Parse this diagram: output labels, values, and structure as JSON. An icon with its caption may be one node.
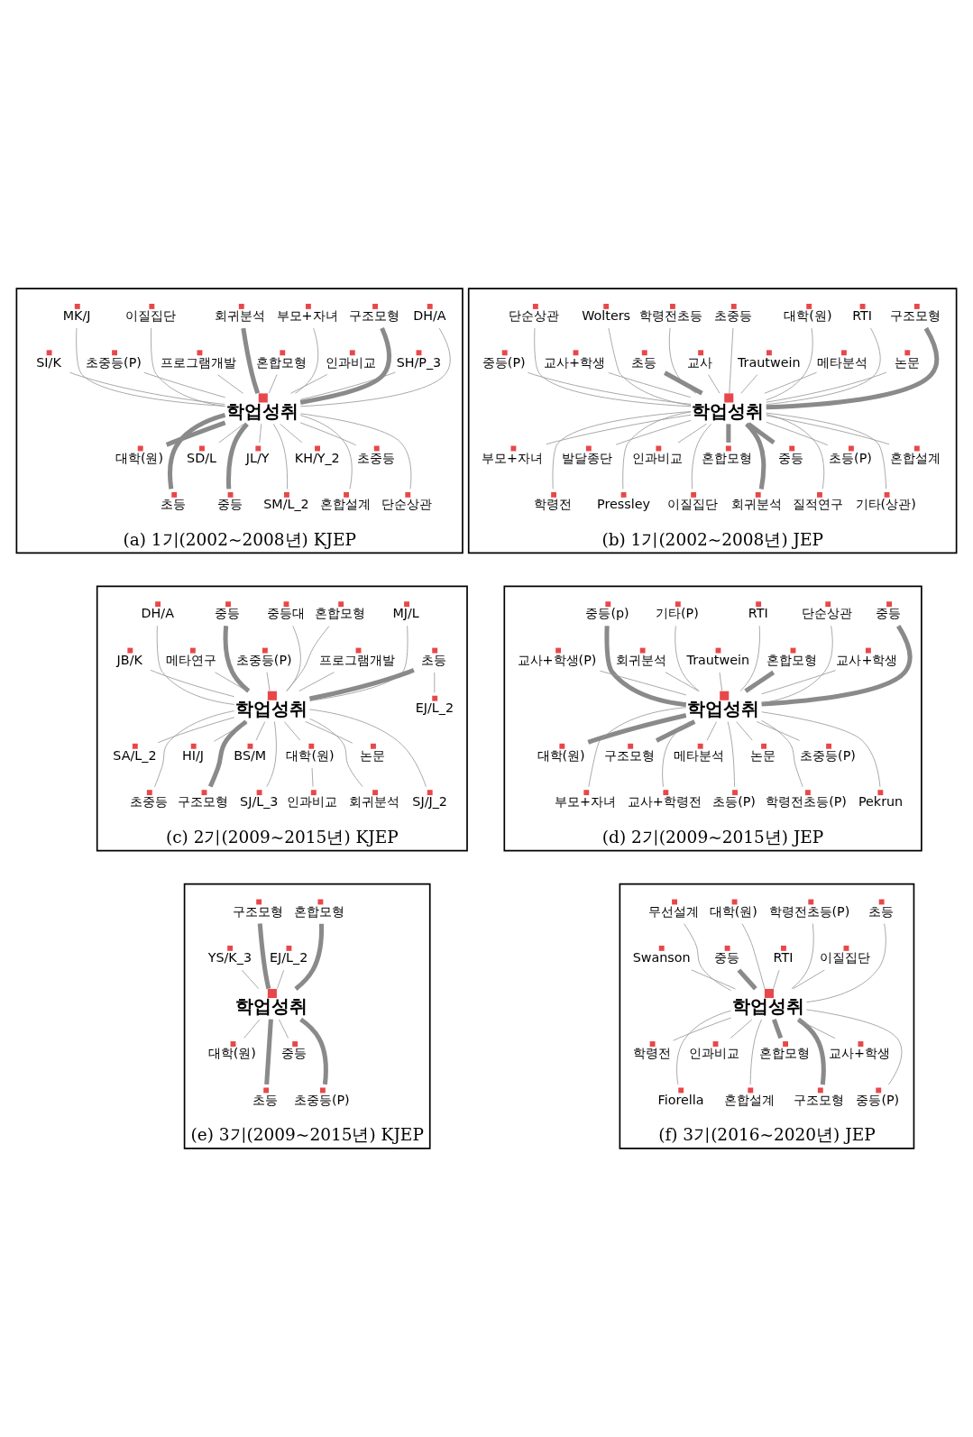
{
  "diagram": {
    "nodes": [
      {
        "text": [
          "(a) 1기(2002~2008년) KJEP"
        ]
      },
      {
        "text": [
          "학업성취"
        ],
        "in": 0
      },
      {
        "text": [
          "DH/A"
        ],
        "in": 0
      },
      {
        "text": [
          "SH/P_3"
        ],
        "in": 0
      },
      {
        "text": [
          "대학(원)"
        ],
        "in": 0
      },
      {
        "text": [
          "초등"
        ],
        "in": 0
      },
      {
        "text": [
          "구조모형"
        ],
        "in": 0
      },
      {
        "text": [
          "인과비교"
        ],
        "in": 0
      },
      {
        "text": [
          "SD/L"
        ],
        "in": 0
      },
      {
        "text": [
          "중등"
        ],
        "in": 0
      },
      {
        "text": [
          "부모+자녀"
        ],
        "in": 0
      },
      {
        "text": [
          "혼합모형"
        ],
        "in": 0
      },
      {
        "text": [
          "JL/Y"
        ],
        "in": 0
      },
      {
        "text": [
          "SM/L_2"
        ],
        "in": 0
      },
      {
        "text": [
          "회귀분석"
        ],
        "in": 0
      },
      {
        "text": [
          "프로그램개발"
        ],
        "in": 0
      },
      {
        "text": [
          "KH/Y_2"
        ],
        "in": 0
      },
      {
        "text": [
          "혼합설계"
        ],
        "in": 0
      },
      {
        "text": [
          "이질집단"
        ],
        "in": 0
      },
      {
        "text": [
          "초중등(P)"
        ],
        "in": 0
      },
      {
        "text": [
          "초중등"
        ],
        "in": 0
      },
      {
        "text": [
          "단순상관"
        ],
        "in": 0
      },
      {
        "text": [
          "MK/J"
        ],
        "in": 0
      },
      {
        "text": [
          "SI/K"
        ],
        "in": 0
      },
      {
        "text": [
          "(b) 1기(2002~2008년) JEP"
        ]
      },
      {
        "text": [
          "학업성취"
        ],
        "in": 24
      },
      {
        "text": [
          "구조모형"
        ],
        "in": 24
      },
      {
        "text": [
          "논문"
        ],
        "in": 24
      },
      {
        "text": [
          "부모+자녀"
        ],
        "in": 24
      },
      {
        "text": [
          "학령전"
        ],
        "in": 24
      },
      {
        "text": [
          "RTI"
        ],
        "in": 24
      },
      {
        "text": [
          "메타분석"
        ],
        "in": 24
      },
      {
        "text": [
          "발달종단"
        ],
        "in": 24
      },
      {
        "text": [
          "Pressley"
        ],
        "in": 24
      },
      {
        "text": [
          "대학(원)"
        ],
        "in": 24
      },
      {
        "text": [
          "Trautwein"
        ],
        "in": 24
      },
      {
        "text": [
          "인과비교"
        ],
        "in": 24
      },
      {
        "text": [
          "이질집단"
        ],
        "in": 24
      },
      {
        "text": [
          "초중등"
        ],
        "in": 24
      },
      {
        "text": [
          "교사"
        ],
        "in": 24
      },
      {
        "text": [
          "혼합모형"
        ],
        "in": 24
      },
      {
        "text": [
          "회귀분석"
        ],
        "in": 24
      },
      {
        "text": [
          "학령전초등"
        ],
        "in": 24
      },
      {
        "text": [
          "초등"
        ],
        "in": 24
      },
      {
        "text": [
          "중등"
        ],
        "in": 24
      },
      {
        "text": [
          "질적연구"
        ],
        "in": 24
      },
      {
        "text": [
          "Wolters"
        ],
        "in": 24
      },
      {
        "text": [
          "교사+학생"
        ],
        "in": 24
      },
      {
        "text": [
          "초등(P)"
        ],
        "in": 24
      },
      {
        "text": [
          "기타(상관)"
        ],
        "in": 24
      },
      {
        "text": [
          "단순상관"
        ],
        "in": 24
      },
      {
        "text": [
          "중등(P)"
        ],
        "in": 24
      },
      {
        "text": [
          "혼합설계"
        ],
        "in": 24
      },
      {
        "text": [
          "(c) 2기(2009~2015년) KJEP"
        ]
      },
      {
        "text": [
          "학업성취"
        ],
        "in": 53
      },
      {
        "text": [
          "MJ/L"
        ],
        "in": 53
      },
      {
        "text": [
          "프로그램개발"
        ],
        "in": 53
      },
      {
        "text": [
          "SA/L_2"
        ],
        "in": 53
      },
      {
        "text": [
          "EJ/L_2"
        ],
        "in": 53
      },
      {
        "text": [
          "초중등"
        ],
        "in": 53
      },
      {
        "text": [
          "혼합모형"
        ],
        "in": 53
      },
      {
        "text": [
          "초등"
        ],
        "in": 53
      },
      {
        "text": [
          "HI/J"
        ],
        "in": 53
      },
      {
        "text": [
          "구조모형"
        ],
        "in": 53
      },
      {
        "text": [
          "중등대"
        ],
        "in": 53
      },
      {
        "text": [
          "초중등(P)"
        ],
        "in": 53
      },
      {
        "text": [
          "BS/M"
        ],
        "in": 53
      },
      {
        "text": [
          "SJ/L_3"
        ],
        "in": 53
      },
      {
        "text": [
          "중등"
        ],
        "in": 53
      },
      {
        "text": [
          "메타연구"
        ],
        "in": 53
      },
      {
        "text": [
          "대학(원)"
        ],
        "in": 53
      },
      {
        "text": [
          "회귀분석"
        ],
        "in": 53
      },
      {
        "text": [
          "DH/A"
        ],
        "in": 53
      },
      {
        "text": [
          "인과비교"
        ],
        "in": 53
      },
      {
        "text": [
          "JB/K"
        ],
        "in": 53
      },
      {
        "text": [
          "논문"
        ],
        "in": 53
      },
      {
        "text": [
          "SJ/J_2"
        ],
        "in": 53
      },
      {
        "text": [
          "(d) 2기(2009~2015년) JEP"
        ]
      },
      {
        "text": [
          "학업성취"
        ],
        "in": 77
      },
      {
        "text": [
          "중등"
        ],
        "in": 77
      },
      {
        "text": [
          "교사+학생"
        ],
        "in": 77
      },
      {
        "text": [
          "대학(원)"
        ],
        "in": 77
      },
      {
        "text": [
          "부모+자녀"
        ],
        "in": 77
      },
      {
        "text": [
          "단순상관"
        ],
        "in": 77
      },
      {
        "text": [
          "혼합모형"
        ],
        "in": 77
      },
      {
        "text": [
          "구조모형"
        ],
        "in": 77
      },
      {
        "text": [
          "교사+학령전"
        ],
        "in": 77
      },
      {
        "text": [
          "RTI"
        ],
        "in": 77
      },
      {
        "text": [
          "Trautwein"
        ],
        "in": 77
      },
      {
        "text": [
          "메타분석"
        ],
        "in": 77
      },
      {
        "text": [
          "초등(P)"
        ],
        "in": 77
      },
      {
        "text": [
          "기타(P)"
        ],
        "in": 77
      },
      {
        "text": [
          "회귀분석"
        ],
        "in": 77
      },
      {
        "text": [
          "논문"
        ],
        "in": 77
      },
      {
        "text": [
          "학령전초등(P)"
        ],
        "in": 77
      },
      {
        "text": [
          "중등(p)"
        ],
        "in": 77
      },
      {
        "text": [
          "교사+학생(P)"
        ],
        "in": 77
      },
      {
        "text": [
          "초중등(P)"
        ],
        "in": 77
      },
      {
        "text": [
          "Pekrun"
        ],
        "in": 77
      },
      {
        "text": [
          "(e) 3기(2009~2015년) KJEP"
        ]
      },
      {
        "text": [
          "학업성취"
        ],
        "in": 99
      },
      {
        "text": [
          "혼합모형"
        ],
        "in": 99
      },
      {
        "text": [
          "EJ/L_2"
        ],
        "in": 99
      },
      {
        "text": [
          "대학(원)"
        ],
        "in": 99
      },
      {
        "text": [
          "초등"
        ],
        "in": 99
      },
      {
        "text": [
          "구조모형"
        ],
        "in": 99
      },
      {
        "text": [
          "YS/K_3"
        ],
        "in": 99
      },
      {
        "text": [
          "중등"
        ],
        "in": 99
      },
      {
        "text": [
          "초중등(P)"
        ],
        "in": 99
      },
      {
        "text": [
          "(f) 3기(2016~2020년) JEP"
        ]
      },
      {
        "text": [
          "학업성취"
        ],
        "in": 109
      },
      {
        "text": [
          "초등"
        ],
        "in": 109
      },
      {
        "text": [
          "이질집단"
        ],
        "in": 109
      },
      {
        "text": [
          "학령전"
        ],
        "in": 109
      },
      {
        "text": [
          "Fiorella"
        ],
        "in": 109
      },
      {
        "text": [
          "학령전초등(P)"
        ],
        "in": 109
      },
      {
        "text": [
          "RTI"
        ],
        "in": 109
      },
      {
        "text": [
          "인과비교"
        ],
        "in": 109
      },
      {
        "text": [
          "혼합설계"
        ],
        "in": 109
      },
      {
        "text": [
          "대학(원)"
        ],
        "in": 109
      },
      {
        "text": [
          "중등"
        ],
        "in": 109
      },
      {
        "text": [
          "혼합모형"
        ],
        "in": 109
      },
      {
        "text": [
          "구조모형"
        ],
        "in": 109
      },
      {
        "text": [
          "무선설계"
        ],
        "in": 109
      },
      {
        "text": [
          "Swanson"
        ],
        "in": 109
      },
      {
        "text": [
          "교사+학생"
        ],
        "in": 109
      },
      {
        "text": [
          "중등(P)"
        ],
        "in": 109
      }
    ],
    "edges": [
      {
        "from": 1,
        "to": 2,
        "arrow": "none"
      },
      {
        "from": 1,
        "to": 3,
        "arrow": "none"
      },
      {
        "from": 1,
        "to": 4,
        "arrow": "none",
        "style": "thick"
      },
      {
        "from": 1,
        "to": 5,
        "arrow": "none",
        "style": "thick"
      },
      {
        "from": 1,
        "to": 6,
        "arrow": "none",
        "style": "thick"
      },
      {
        "from": 1,
        "to": 7,
        "arrow": "none"
      },
      {
        "from": 1,
        "to": 8,
        "arrow": "none"
      },
      {
        "from": 1,
        "to": 9,
        "arrow": "none",
        "style": "thick"
      },
      {
        "from": 1,
        "to": 10,
        "arrow": "none"
      },
      {
        "from": 1,
        "to": 11,
        "arrow": "none"
      },
      {
        "from": 1,
        "to": 12,
        "arrow": "none"
      },
      {
        "from": 1,
        "to": 13,
        "arrow": "none"
      },
      {
        "from": 1,
        "to": 14,
        "arrow": "none",
        "style": "thick"
      },
      {
        "from": 1,
        "to": 15,
        "arrow": "none"
      },
      {
        "from": 1,
        "to": 16,
        "arrow": "none"
      },
      {
        "from": 1,
        "to": 17,
        "arrow": "none"
      },
      {
        "from": 1,
        "to": 18,
        "arrow": "none"
      },
      {
        "from": 1,
        "to": 19,
        "arrow": "none"
      },
      {
        "from": 1,
        "to": 20,
        "arrow": "none"
      },
      {
        "from": 1,
        "to": 21,
        "arrow": "none"
      },
      {
        "from": 1,
        "to": 22,
        "arrow": "none"
      },
      {
        "from": 1,
        "to": 23,
        "arrow": "none"
      },
      {
        "from": 25,
        "to": 26,
        "arrow": "none",
        "style": "thick"
      },
      {
        "from": 25,
        "to": 27,
        "arrow": "none"
      },
      {
        "from": 25,
        "to": 28,
        "arrow": "none"
      },
      {
        "from": 25,
        "to": 29,
        "arrow": "none"
      },
      {
        "from": 25,
        "to": 30,
        "arrow": "none"
      },
      {
        "from": 25,
        "to": 31,
        "arrow": "none"
      },
      {
        "from": 25,
        "to": 32,
        "arrow": "none"
      },
      {
        "from": 25,
        "to": 33,
        "arrow": "none"
      },
      {
        "from": 25,
        "to": 34,
        "arrow": "none"
      },
      {
        "from": 25,
        "to": 35,
        "arrow": "none"
      },
      {
        "from": 25,
        "to": 36,
        "arrow": "none"
      },
      {
        "from": 25,
        "to": 37,
        "arrow": "none"
      },
      {
        "from": 25,
        "to": 38,
        "arrow": "none"
      },
      {
        "from": 25,
        "to": 39,
        "arrow": "none"
      },
      {
        "from": 25,
        "to": 40,
        "arrow": "none",
        "style": "thick"
      },
      {
        "from": 25,
        "to": 41,
        "arrow": "none",
        "style": "thick"
      },
      {
        "from": 25,
        "to": 42,
        "arrow": "none"
      },
      {
        "from": 25,
        "to": 43,
        "arrow": "none",
        "style": "thick"
      },
      {
        "from": 25,
        "to": 44,
        "arrow": "none",
        "style": "thick"
      },
      {
        "from": 25,
        "to": 45,
        "arrow": "none"
      },
      {
        "from": 25,
        "to": 46,
        "arrow": "none"
      },
      {
        "from": 25,
        "to": 47,
        "arrow": "none"
      },
      {
        "from": 25,
        "to": 48,
        "arrow": "none"
      },
      {
        "from": 25,
        "to": 49,
        "arrow": "none"
      },
      {
        "from": 25,
        "to": 50,
        "arrow": "none"
      },
      {
        "from": 25,
        "to": 51,
        "arrow": "none"
      },
      {
        "from": 25,
        "to": 52,
        "arrow": "none"
      },
      {
        "from": 54,
        "to": 55,
        "arrow": "none"
      },
      {
        "from": 54,
        "to": 56,
        "arrow": "none"
      },
      {
        "from": 54,
        "to": 57,
        "arrow": "none"
      },
      {
        "from": 61,
        "to": 58,
        "arrow": "none"
      },
      {
        "from": 54,
        "to": 59,
        "arrow": "none"
      },
      {
        "from": 54,
        "to": 60,
        "arrow": "none"
      },
      {
        "from": 54,
        "to": 61,
        "arrow": "none",
        "style": "thick"
      },
      {
        "from": 54,
        "to": 62,
        "arrow": "none"
      },
      {
        "from": 54,
        "to": 63,
        "arrow": "none",
        "style": "thick"
      },
      {
        "from": 54,
        "to": 64,
        "arrow": "none"
      },
      {
        "from": 54,
        "to": 65,
        "arrow": "none"
      },
      {
        "from": 54,
        "to": 66,
        "arrow": "none"
      },
      {
        "from": 54,
        "to": 67,
        "arrow": "none"
      },
      {
        "from": 54,
        "to": 68,
        "arrow": "none",
        "style": "thick"
      },
      {
        "from": 54,
        "to": 69,
        "arrow": "none"
      },
      {
        "from": 54,
        "to": 70,
        "arrow": "none"
      },
      {
        "from": 54,
        "to": 71,
        "arrow": "none"
      },
      {
        "from": 54,
        "to": 72,
        "arrow": "none"
      },
      {
        "from": 70,
        "to": 73,
        "arrow": "none"
      },
      {
        "from": 54,
        "to": 74,
        "arrow": "none"
      },
      {
        "from": 54,
        "to": 75,
        "arrow": "none"
      },
      {
        "from": 54,
        "to": 76,
        "arrow": "none"
      },
      {
        "from": 78,
        "to": 79,
        "arrow": "none",
        "style": "thick"
      },
      {
        "from": 78,
        "to": 80,
        "arrow": "none"
      },
      {
        "from": 78,
        "to": 81,
        "arrow": "none",
        "style": "thick"
      },
      {
        "from": 78,
        "to": 82,
        "arrow": "none"
      },
      {
        "from": 78,
        "to": 83,
        "arrow": "none"
      },
      {
        "from": 78,
        "to": 84,
        "arrow": "none",
        "style": "thick"
      },
      {
        "from": 78,
        "to": 85,
        "arrow": "none",
        "style": "thick"
      },
      {
        "from": 78,
        "to": 86,
        "arrow": "none"
      },
      {
        "from": 78,
        "to": 87,
        "arrow": "none"
      },
      {
        "from": 78,
        "to": 88,
        "arrow": "none"
      },
      {
        "from": 78,
        "to": 89,
        "arrow": "none"
      },
      {
        "from": 78,
        "to": 90,
        "arrow": "none"
      },
      {
        "from": 78,
        "to": 91,
        "arrow": "none"
      },
      {
        "from": 78,
        "to": 92,
        "arrow": "none"
      },
      {
        "from": 78,
        "to": 93,
        "arrow": "none"
      },
      {
        "from": 78,
        "to": 94,
        "arrow": "none"
      },
      {
        "from": 78,
        "to": 95,
        "arrow": "none",
        "style": "thick"
      },
      {
        "from": 78,
        "to": 96,
        "arrow": "none"
      },
      {
        "from": 78,
        "to": 97,
        "arrow": "none"
      },
      {
        "from": 78,
        "to": 98,
        "arrow": "none"
      },
      {
        "from": 100,
        "to": 101,
        "arrow": "none",
        "style": "thick"
      },
      {
        "from": 100,
        "to": 102,
        "arrow": "none"
      },
      {
        "from": 100,
        "to": 103,
        "arrow": "none"
      },
      {
        "from": 100,
        "to": 104,
        "arrow": "none",
        "style": "thick"
      },
      {
        "from": 100,
        "to": 105,
        "arrow": "none",
        "style": "thick"
      },
      {
        "from": 100,
        "to": 106,
        "arrow": "none"
      },
      {
        "from": 100,
        "to": 107,
        "arrow": "none"
      },
      {
        "from": 100,
        "to": 108,
        "arrow": "none",
        "style": "thick"
      },
      {
        "from": 110,
        "to": 111,
        "arrow": "none"
      },
      {
        "from": 110,
        "to": 112,
        "arrow": "none"
      },
      {
        "from": 110,
        "to": 113,
        "arrow": "none"
      },
      {
        "from": 110,
        "to": 114,
        "arrow": "none"
      },
      {
        "from": 110,
        "to": 115,
        "arrow": "none"
      },
      {
        "from": 110,
        "to": 116,
        "arrow": "none"
      },
      {
        "from": 110,
        "to": 117,
        "arrow": "none"
      },
      {
        "from": 110,
        "to": 118,
        "arrow": "none"
      },
      {
        "from": 110,
        "to": 119,
        "arrow": "none"
      },
      {
        "from": 110,
        "to": 120,
        "arrow": "none",
        "style": "thick"
      },
      {
        "from": 110,
        "to": 121,
        "arrow": "none",
        "style": "thick"
      },
      {
        "from": 110,
        "to": 122,
        "arrow": "none",
        "style": "thick"
      },
      {
        "from": 110,
        "to": 123,
        "arrow": "none"
      },
      {
        "from": 110,
        "to": 124,
        "arrow": "none"
      },
      {
        "from": 110,
        "to": 125,
        "arrow": "none"
      },
      {
        "from": 110,
        "to": 126,
        "arrow": "none"
      }
    ]
  }
}
